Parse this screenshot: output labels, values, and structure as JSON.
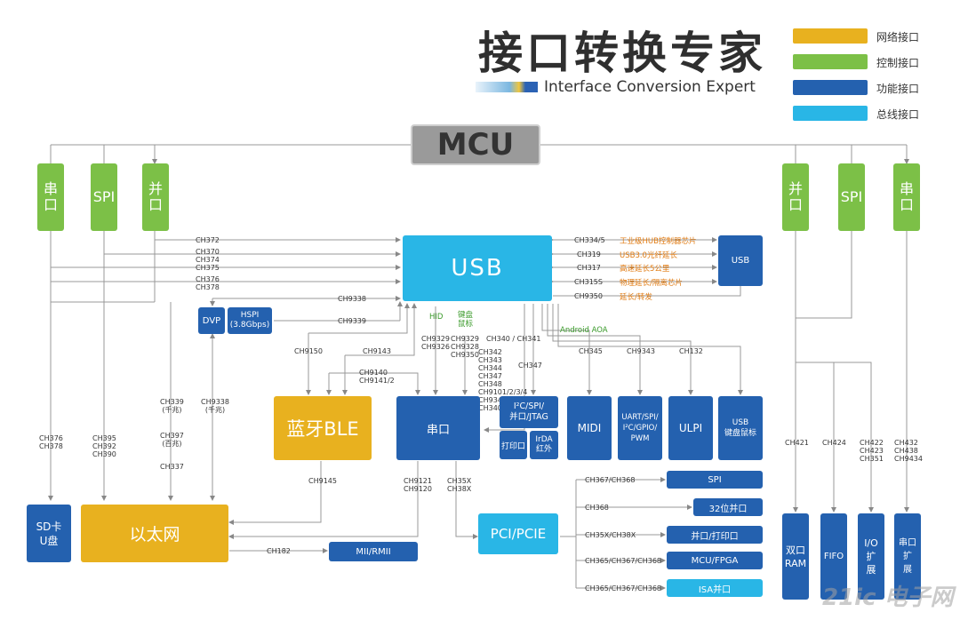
{
  "header": {
    "title": "接口转换专家",
    "subtitle": "Interface Conversion Expert"
  },
  "legend": [
    {
      "label": "网络接口",
      "color": "#e8b11f"
    },
    {
      "label": "控制接口",
      "color": "#7cc047"
    },
    {
      "label": "功能接口",
      "color": "#2461af"
    },
    {
      "label": "总线接口",
      "color": "#29b6e6"
    }
  ],
  "mcu": "MCU",
  "top_left": [
    "串\n口",
    "SPI",
    "并\n口"
  ],
  "top_right": [
    "并\n口",
    "SPI",
    "串\n口"
  ],
  "usb_main": "USB",
  "usb_right": "USB",
  "right_links": [
    {
      "chip": "CH334/5",
      "desc": "工业级HUB控制器芯片"
    },
    {
      "chip": "CH319",
      "desc": "USB3.0光纤延长"
    },
    {
      "chip": "CH317",
      "desc": "高速延长5公里"
    },
    {
      "chip": "CH315S",
      "desc": "物理延长/隔离芯片"
    },
    {
      "chip": "CH9350",
      "desc": "延长/转发"
    }
  ],
  "left_links": [
    "CH372",
    "CH370\nCH374",
    "CH375",
    "CH376\nCH378",
    "CH9338",
    "CH9339"
  ],
  "dvp": "DVP",
  "hspi": "HSPI\n(3.8Gbps)",
  "hid": "HID",
  "kbd": "键盘\n鼠标",
  "android": "Android AOA",
  "mid_labels": {
    "ch9150": "CH9150",
    "ch9143": "CH9143",
    "ch9329a": "CH9329\nCH9326",
    "ch9329b": "CH9329\nCH9328\nCH9350",
    "ch340": "CH340 / CH341",
    "ch342": "CH342\nCH343\nCH344\nCH347\nCH348\nCH9101/2/3/4\nCH9344\nCH340",
    "ch347": "CH347",
    "ch345": "CH345",
    "ch9343": "CH9343",
    "ch132": "CH132",
    "ch9140": "CH9140\nCH9141/2",
    "ch339": "CH339\n(千兆)",
    "ch9338b": "CH9338\n(千兆)",
    "ch397": "CH397\n(百兆)",
    "ch337": "CH337",
    "ch9145": "CH9145",
    "ch9121": "CH9121\nCH9120",
    "ch35x": "CH35X\nCH38X",
    "ch182": "CH182",
    "col1": "CH376\nCH378",
    "col2": "CH395\nCH392\nCH390",
    "r_ch421": "CH421",
    "r_ch424": "CH424",
    "r_ch422": "CH422\nCH423\nCH351",
    "r_ch432": "CH432\nCH438\nCH9434"
  },
  "ble": "蓝牙BLE",
  "serial": "串口",
  "i2c": "I²C/SPI/\n并口/JTAG",
  "printer": "打印口",
  "irda": "IrDA\n红外",
  "midi": "MIDI",
  "uart": "UART/SPI/\nI²C/GPIO/\nPWM",
  "ulpi": "ULPI",
  "usbkbd": "USB\n键盘鼠标",
  "sd": "SD卡\nU盘",
  "ethernet": "以太网",
  "mii": "MII/RMII",
  "pci": "PCI/PCIE",
  "bus": [
    {
      "chip": "CH367/CH368",
      "label": "SPI"
    },
    {
      "chip": "CH368",
      "label": "32位并口"
    },
    {
      "chip": "CH35X/CH38X",
      "label": "并口/打印口"
    },
    {
      "chip": "CH365/CH367/CH368",
      "label": "MCU/FPGA"
    },
    {
      "chip": "CH365/CH367/CH368",
      "label": "ISA并口"
    }
  ],
  "bottom_right": [
    "双口\nRAM",
    "FIFO",
    "I/O\n扩\n展",
    "串口\n扩\n展"
  ],
  "watermark": "21ic 电子网"
}
